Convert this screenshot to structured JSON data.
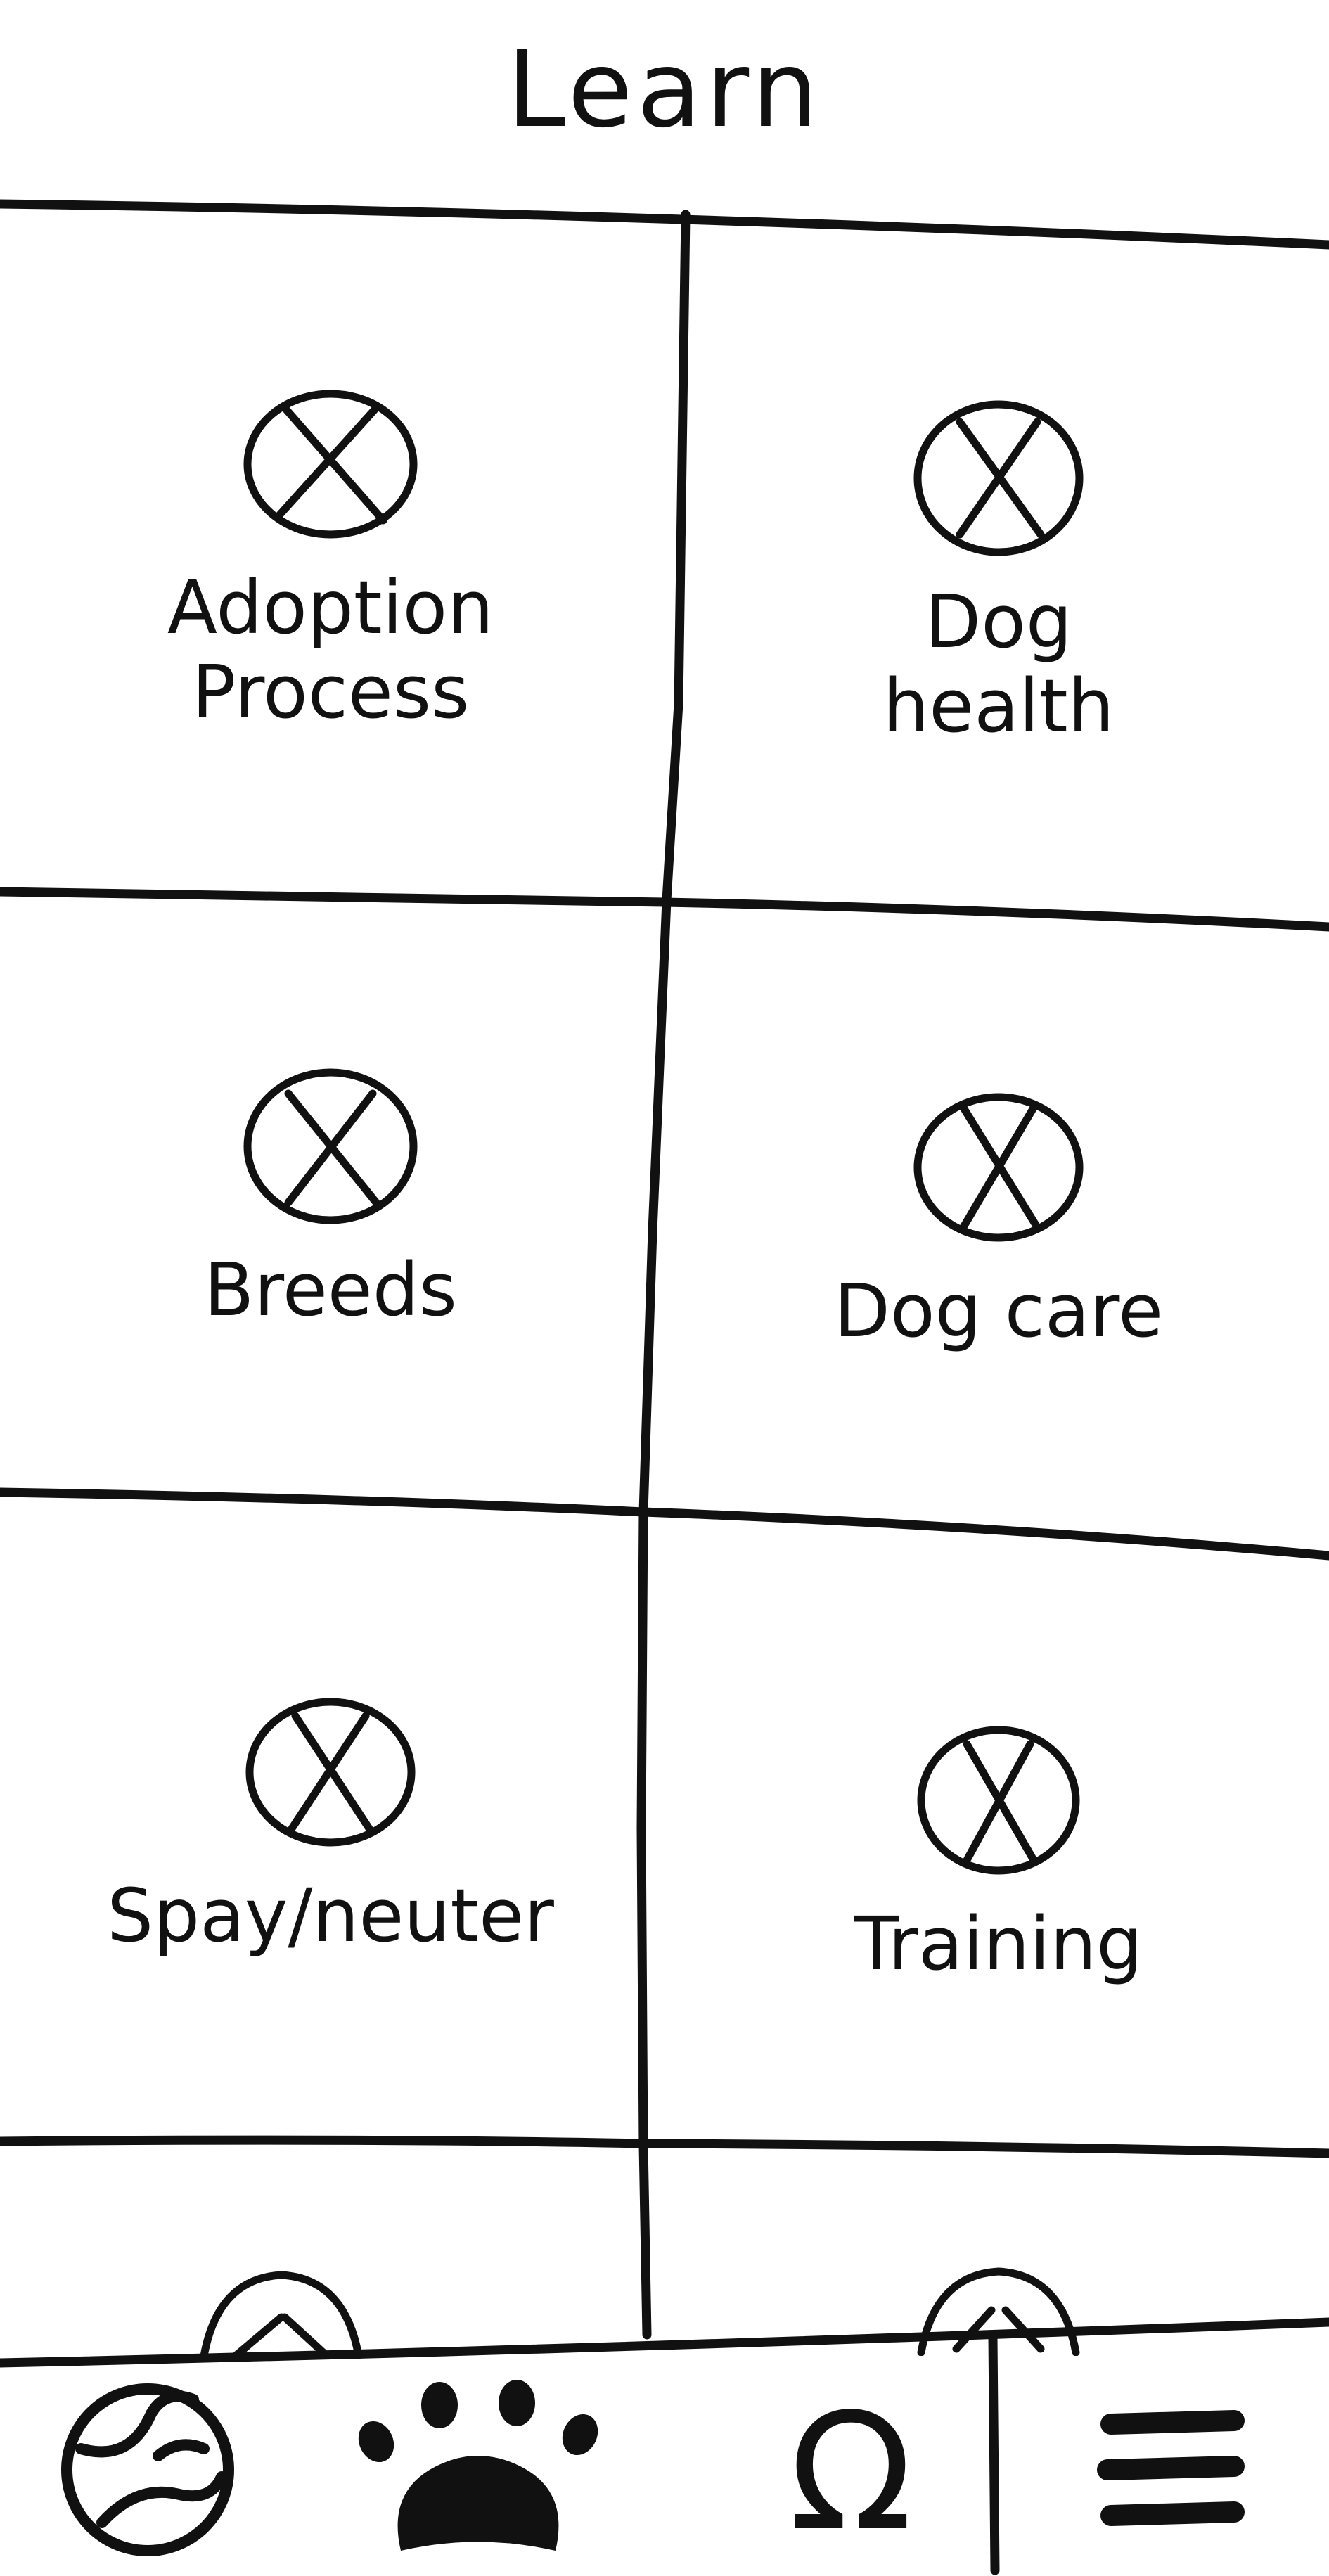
{
  "header": {
    "title": "Learn"
  },
  "tiles": [
    {
      "label": "Adoption Process",
      "icon": "image-placeholder-icon"
    },
    {
      "label": "Dog health",
      "icon": "image-placeholder-icon"
    },
    {
      "label": "Breeds",
      "icon": "image-placeholder-icon"
    },
    {
      "label": "Dog care",
      "icon": "image-placeholder-icon"
    },
    {
      "label": "Spay/neuter",
      "icon": "image-placeholder-icon"
    },
    {
      "label": "Training",
      "icon": "image-placeholder-icon"
    }
  ],
  "tabbar": {
    "items": [
      {
        "icon": "ball-icon"
      },
      {
        "icon": "paw-icon"
      },
      {
        "icon": "omega-icon",
        "glyph": "Ω"
      },
      {
        "icon": "hamburger-menu-icon"
      }
    ]
  },
  "colors": {
    "ink": "#111111",
    "paper": "#ffffff"
  }
}
